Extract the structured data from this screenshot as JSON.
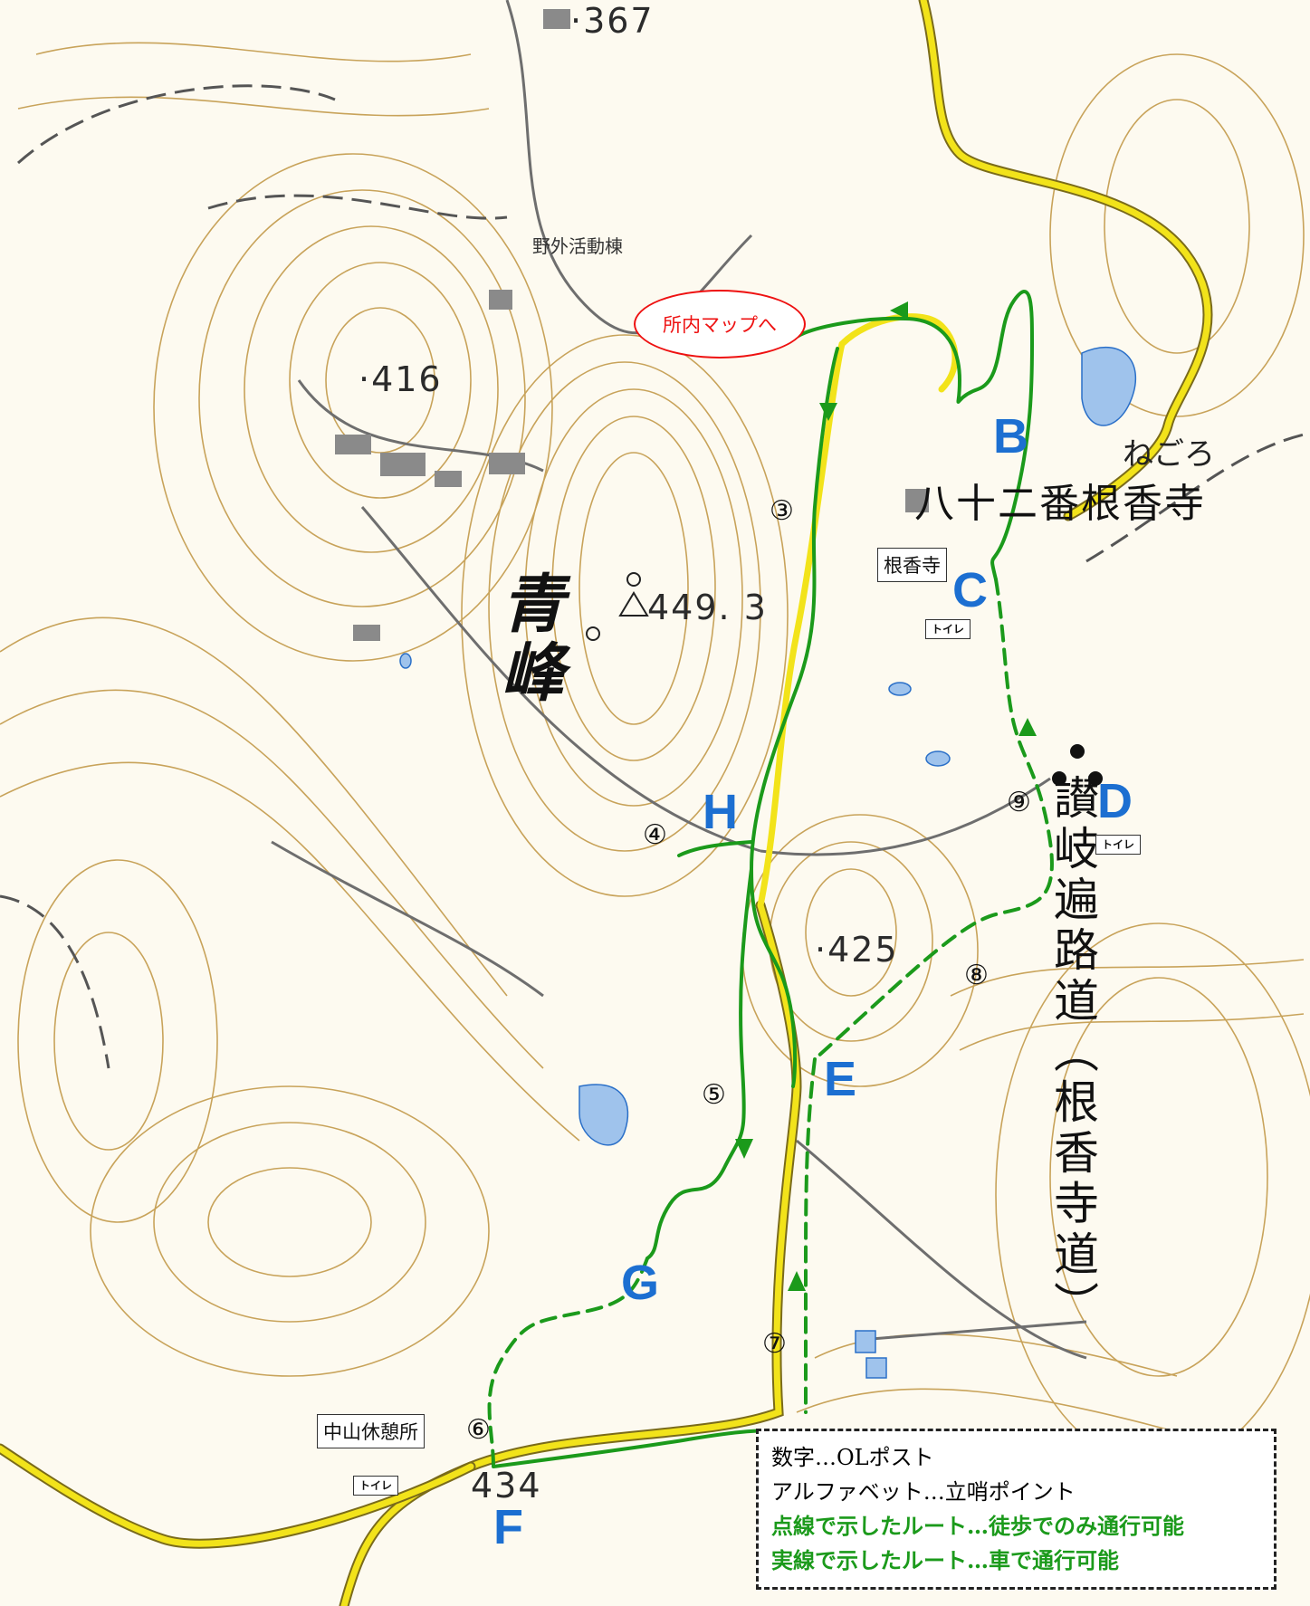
{
  "map": {
    "elevations": [
      {
        "id": "e367",
        "text": "·367"
      },
      {
        "id": "e416",
        "text": "·416"
      },
      {
        "id": "e4493",
        "text": "449. 3"
      },
      {
        "id": "e425",
        "text": "·425"
      },
      {
        "id": "e434",
        "text": "434"
      }
    ],
    "mountain_name": "青峰",
    "temple_name": "八十二番根香寺",
    "temple_furigana": "ねごろ",
    "pilgrim_road": "讃岐遍路道（根香寺道）",
    "facility": "野外活動棟",
    "temple_box": "根香寺",
    "rest_area": "中山休憩所",
    "toilet": "トイレ",
    "map_link": "所内マップへ",
    "control_points": [
      "③",
      "④",
      "⑤",
      "⑥",
      "⑦",
      "⑧",
      "⑨"
    ],
    "stand_points": [
      "B",
      "C",
      "D",
      "E",
      "F",
      "G",
      "H"
    ],
    "colors": {
      "walk_route": "#1b9a1b",
      "road": "#f2e31a",
      "contour": "#c8a35a",
      "stand_point": "#1c6fd1"
    }
  },
  "legend": {
    "numbers": "数字…OLポスト",
    "letters": "アルファベット…立哨ポイント",
    "dashed": "点線で示したルート…徒歩でのみ通行可能",
    "solid": "実線で示したルート…車で通行可能"
  }
}
